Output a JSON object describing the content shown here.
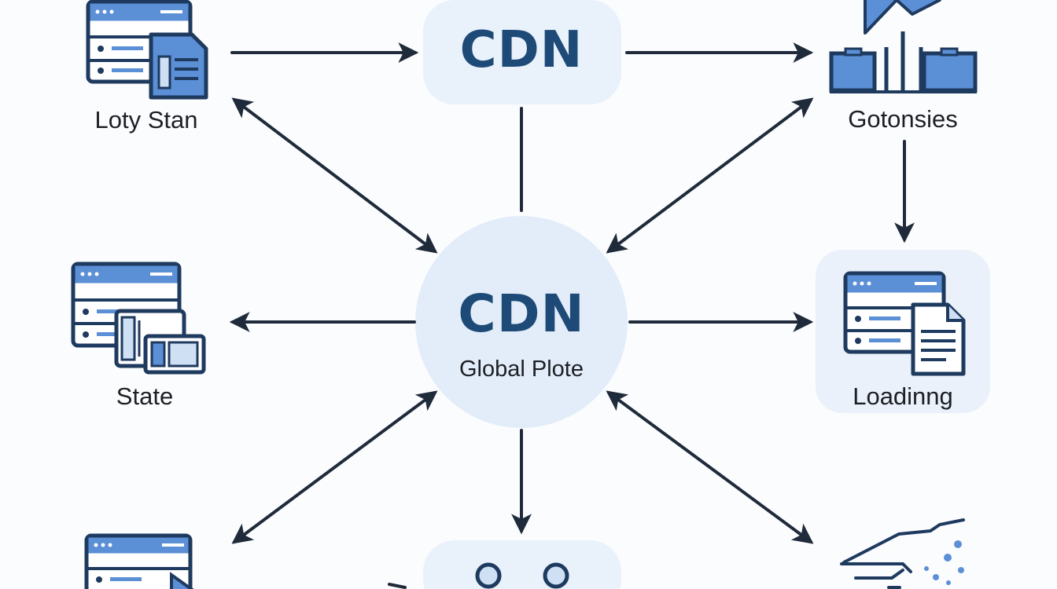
{
  "nodes": {
    "top_center": {
      "title": "CDN"
    },
    "hub": {
      "title": "CDN",
      "subtitle": "Global Plote"
    },
    "top_left": {
      "label": "Loty Stan"
    },
    "top_right": {
      "label": "Gotonsies"
    },
    "mid_left": {
      "label": "State"
    },
    "mid_right": {
      "label": "Loadinng"
    }
  },
  "colors": {
    "background": "#fbfcfe",
    "node_fill": "#e9f1fb",
    "hub_fill": "#e3edf9",
    "icon_stroke": "#1e3a5f",
    "icon_blue": "#5b8fd6",
    "icon_light": "#cfe0f5",
    "arrow": "#1f2a3a",
    "title_text": "#1e4a78"
  },
  "icons": {
    "top_left": "server-document-icon",
    "top_right": "org-chart-growth-icon",
    "mid_left": "server-blocks-icon",
    "mid_right": "server-document-icon",
    "bottom_left": "server-icon",
    "bottom_center": "people-icon",
    "bottom_right": "network-scatter-icon"
  }
}
